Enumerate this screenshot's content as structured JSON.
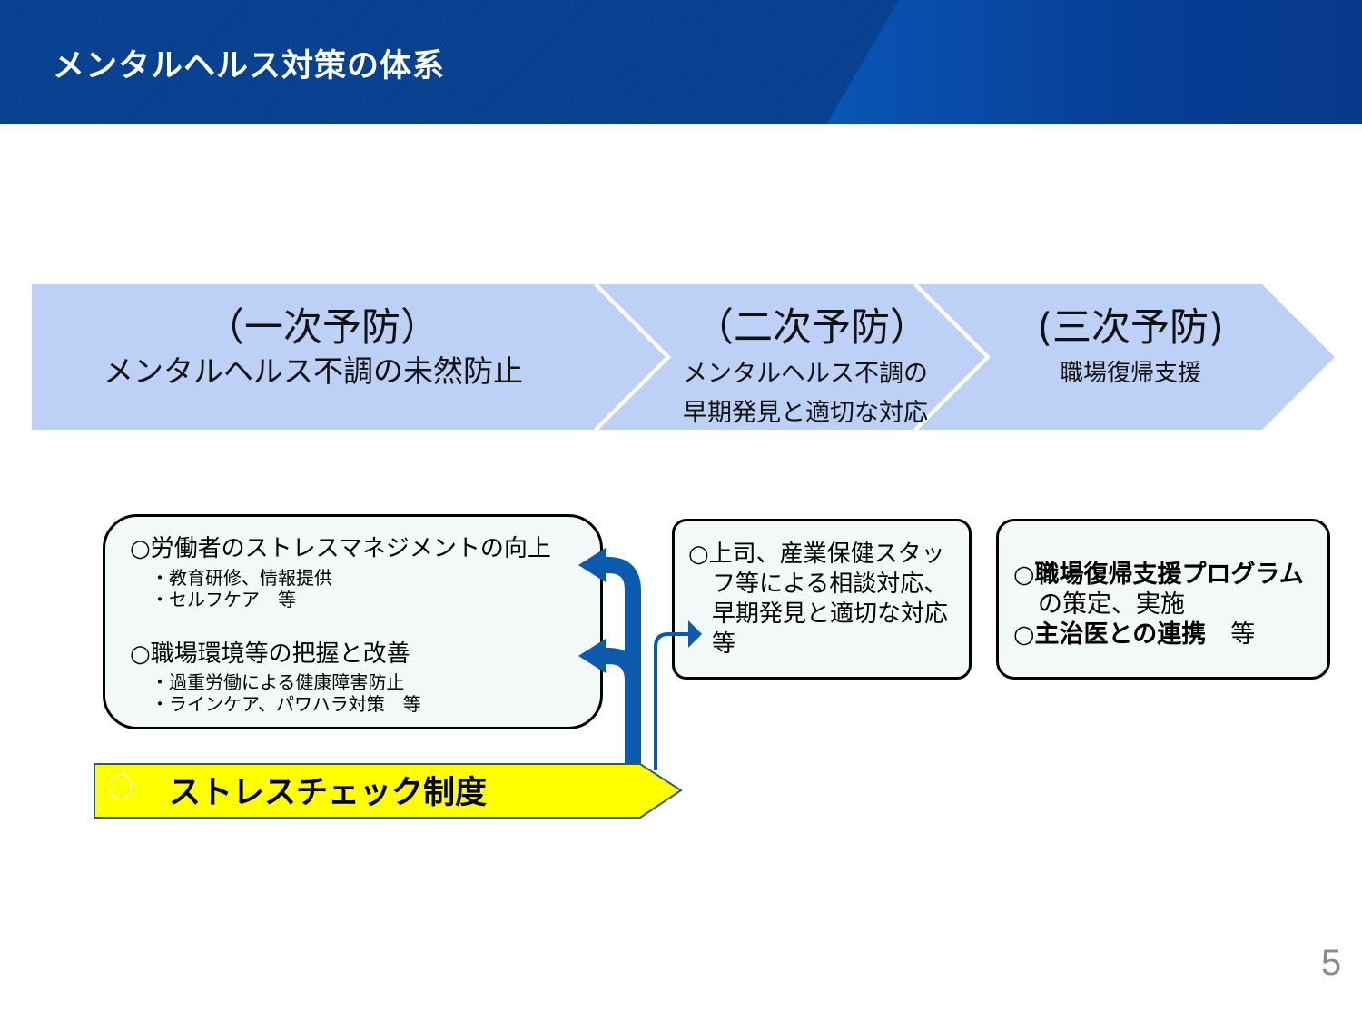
{
  "header": {
    "title": "メンタルヘルス対策の体系"
  },
  "colors": {
    "header_bg": "#0a4494",
    "chevron_fill": "#bdd0f5",
    "box_fill": "#f3f8f9",
    "arrow_blue": "#0b5aad",
    "stress_check_fill": "#ffff00"
  },
  "stages": [
    {
      "heading": "（一次予防）",
      "subtitle": "メンタルヘルス不調の未然防止"
    },
    {
      "heading": "（二次予防）",
      "subtitle_lines": [
        "メンタルヘルス不調の",
        "早期発見と適切な対応"
      ]
    },
    {
      "heading": "(三次予防)",
      "subtitle": "職場復帰支援"
    }
  ],
  "primary_box": {
    "groups": [
      {
        "heading": "○労働者のストレスマネジメントの向上",
        "items": [
          "・教育研修、情報提供",
          "・セルフケア　等"
        ]
      },
      {
        "heading": "○職場環境等の把握と改善",
        "items": [
          "・過重労働による健康障害防止",
          "・ラインケア、パワハラ対策　等"
        ]
      }
    ]
  },
  "secondary_box": {
    "lines": [
      "○上司、産業保健スタッ",
      "フ等による相談対応、",
      "早期発見と適切な対応",
      "等"
    ]
  },
  "tertiary_box": {
    "line1_bold": "○職場復帰支援プログラム",
    "line2": "の策定、実施",
    "line3_bold": "○主治医との連携",
    "line3_suffix": "　等"
  },
  "stress_check": {
    "bullet": "○",
    "label": "ストレスチェック制度"
  },
  "page_number": "5"
}
